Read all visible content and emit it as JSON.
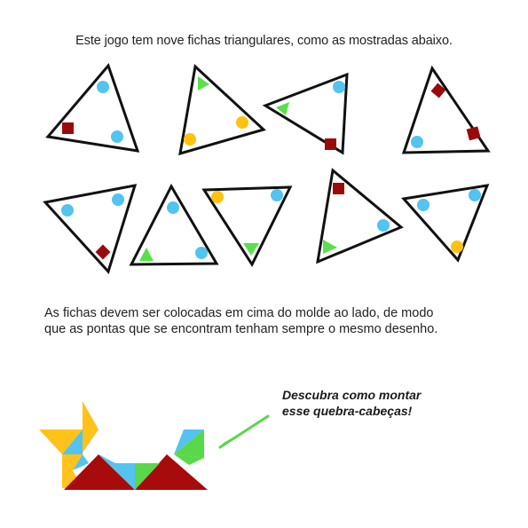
{
  "intro_text": "Este jogo tem nove fichas triangulares, como as mostradas abaixo.",
  "rules_line1": "As fichas devem ser colocadas em cima do molde ao lado, de modo",
  "rules_line2": "que as pontas que se encontram tenham sempre o mesmo desenho.",
  "callout_line1": "Descubra como montar",
  "callout_line2": "esse quebra-cabeças!",
  "colors": {
    "blue_circle": "#53c3f0",
    "red_square": "#9b0a0a",
    "green_triangle": "#59e04b",
    "yellow_hexagon": "#ffc20e",
    "mold_red": "#a80b0b",
    "mold_yellow": "#ffc21a",
    "mold_blue": "#53c3f0",
    "mold_green": "#59d84a"
  },
  "tiles": [
    {
      "id": 1,
      "symbols": [
        "blue-circle",
        "red-square",
        "blue-circle"
      ]
    },
    {
      "id": 2,
      "symbols": [
        "green-triangle",
        "yellow-hexagon",
        "yellow-hexagon"
      ]
    },
    {
      "id": 3,
      "symbols": [
        "blue-circle",
        "green-triangle",
        "red-square"
      ]
    },
    {
      "id": 4,
      "symbols": [
        "red-square",
        "blue-circle",
        "red-square"
      ]
    },
    {
      "id": 5,
      "symbols": [
        "blue-circle",
        "blue-circle",
        "red-square"
      ]
    },
    {
      "id": 6,
      "symbols": [
        "blue-circle",
        "green-triangle",
        "blue-circle"
      ]
    },
    {
      "id": 7,
      "symbols": [
        "yellow-hexagon",
        "blue-circle",
        "green-triangle"
      ]
    },
    {
      "id": 8,
      "symbols": [
        "red-square",
        "green-triangle",
        "blue-circle"
      ]
    },
    {
      "id": 9,
      "symbols": [
        "blue-circle",
        "blue-circle",
        "yellow-hexagon"
      ]
    }
  ]
}
